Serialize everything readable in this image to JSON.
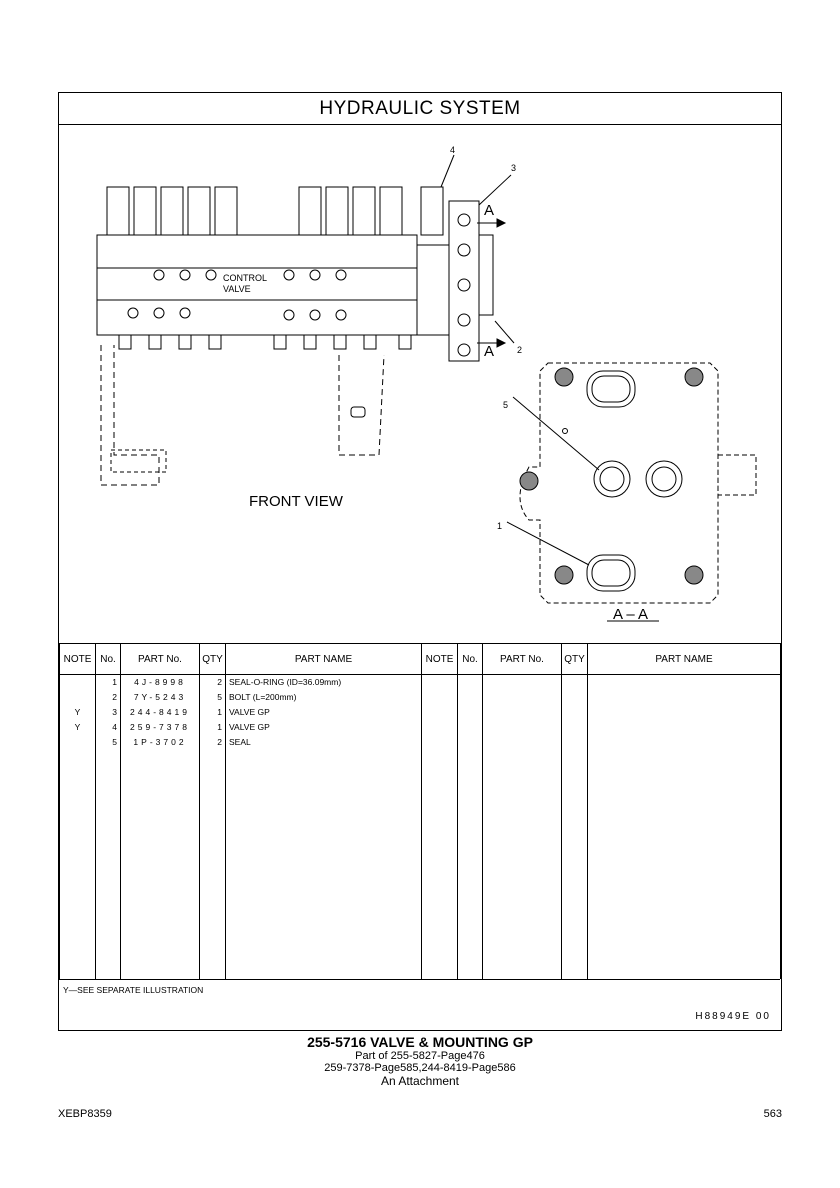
{
  "header": {
    "title": "HYDRAULIC  SYSTEM"
  },
  "drawing": {
    "callouts": [
      "1",
      "2",
      "3",
      "4",
      "5"
    ],
    "section_marker": "A",
    "control_valve": "CONTROL\nVALVE",
    "front_view": "FRONT  VIEW",
    "section_label": "A – A"
  },
  "table": {
    "headers": [
      "NOTE",
      "No.",
      "PART No.",
      "QTY",
      "PART NAME",
      "NOTE",
      "No.",
      "PART No.",
      "QTY",
      "PART NAME"
    ],
    "rows": [
      {
        "note": "",
        "no": "1",
        "part_no": "4J-8998",
        "qty": "2",
        "name": "SEAL-O-RING (ID=36.09mm)"
      },
      {
        "note": "",
        "no": "2",
        "part_no": "7Y-5243",
        "qty": "5",
        "name": "BOLT (L=200mm)"
      },
      {
        "note": "Y",
        "no": "3",
        "part_no": "244-8419",
        "qty": "1",
        "name": "VALVE GP"
      },
      {
        "note": "Y",
        "no": "4",
        "part_no": "259-7378",
        "qty": "1",
        "name": "VALVE GP"
      },
      {
        "note": "",
        "no": "5",
        "part_no": "1P-3702",
        "qty": "2",
        "name": "SEAL"
      }
    ],
    "note_legend": "Y—SEE  SEPARATE  ILLUSTRATION",
    "illustration_ref": "H88949E    00"
  },
  "footer": {
    "group_title": "255-5716  VALVE & MOUNTING GP",
    "part_of": "Part of 255-5827-Page476",
    "refs": "259-7378-Page585,244-8419-Page586",
    "attachment": "An Attachment",
    "doc_id": "XEBP8359",
    "page": "563"
  }
}
